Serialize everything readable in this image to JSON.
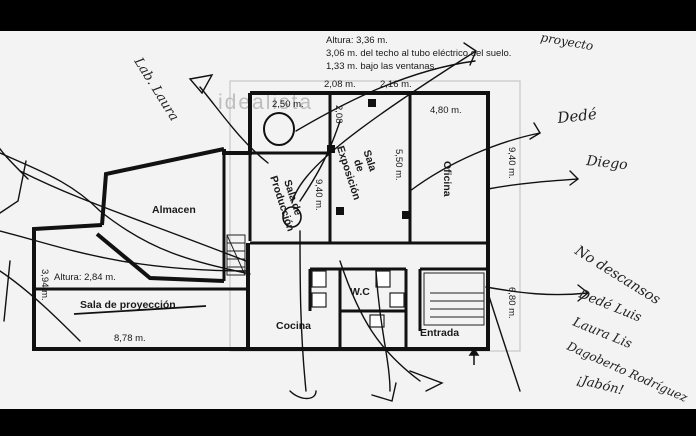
{
  "plan": {
    "top_note": {
      "line1": "Altura: 3,36 m.",
      "line2": "3,06 m. del techo al tubo eléctrico del suelo.",
      "line3": "1,33 m. bajo  las ventanas."
    },
    "watermark": "idealista",
    "dims": {
      "d208a": "2,08 m.",
      "d216": "2,16 m.",
      "d250": "2,50 m.",
      "d208b": "2,08",
      "d480": "4,80 m.",
      "d550": "5,50 m.",
      "d940a": "9,40 m.",
      "d940b": "9,40 m.",
      "d394": "3,94 m.",
      "d878": "8,78 m.",
      "d680": "6,80 m.",
      "altura_proy": "Altura: 2,84 m."
    },
    "rooms": {
      "almacen": "Almacen",
      "sala_produccion_1": "Sala de",
      "sala_produccion_2": "Producción",
      "sala_exposicion_1": "Sala",
      "sala_exposicion_2": "de",
      "sala_exposicion_3": "Exposición",
      "oficina": "Oficina",
      "sala_proyeccion": "Sala de proyección",
      "cocina": "Cocina",
      "wc": "W.C",
      "entrada": "Entrada"
    }
  },
  "handwriting": {
    "lab_laura": "Lab. Laura",
    "proyecto": "proyecto",
    "dede": "Dedé",
    "diego": "Diego",
    "no_descansos": "No descansos",
    "dede_luis": "Dedé Luis",
    "laura_lis": "Laura Lis",
    "dagoberto": "Dagoberto Rodríguez",
    "jabon": "¡Jabón!"
  }
}
